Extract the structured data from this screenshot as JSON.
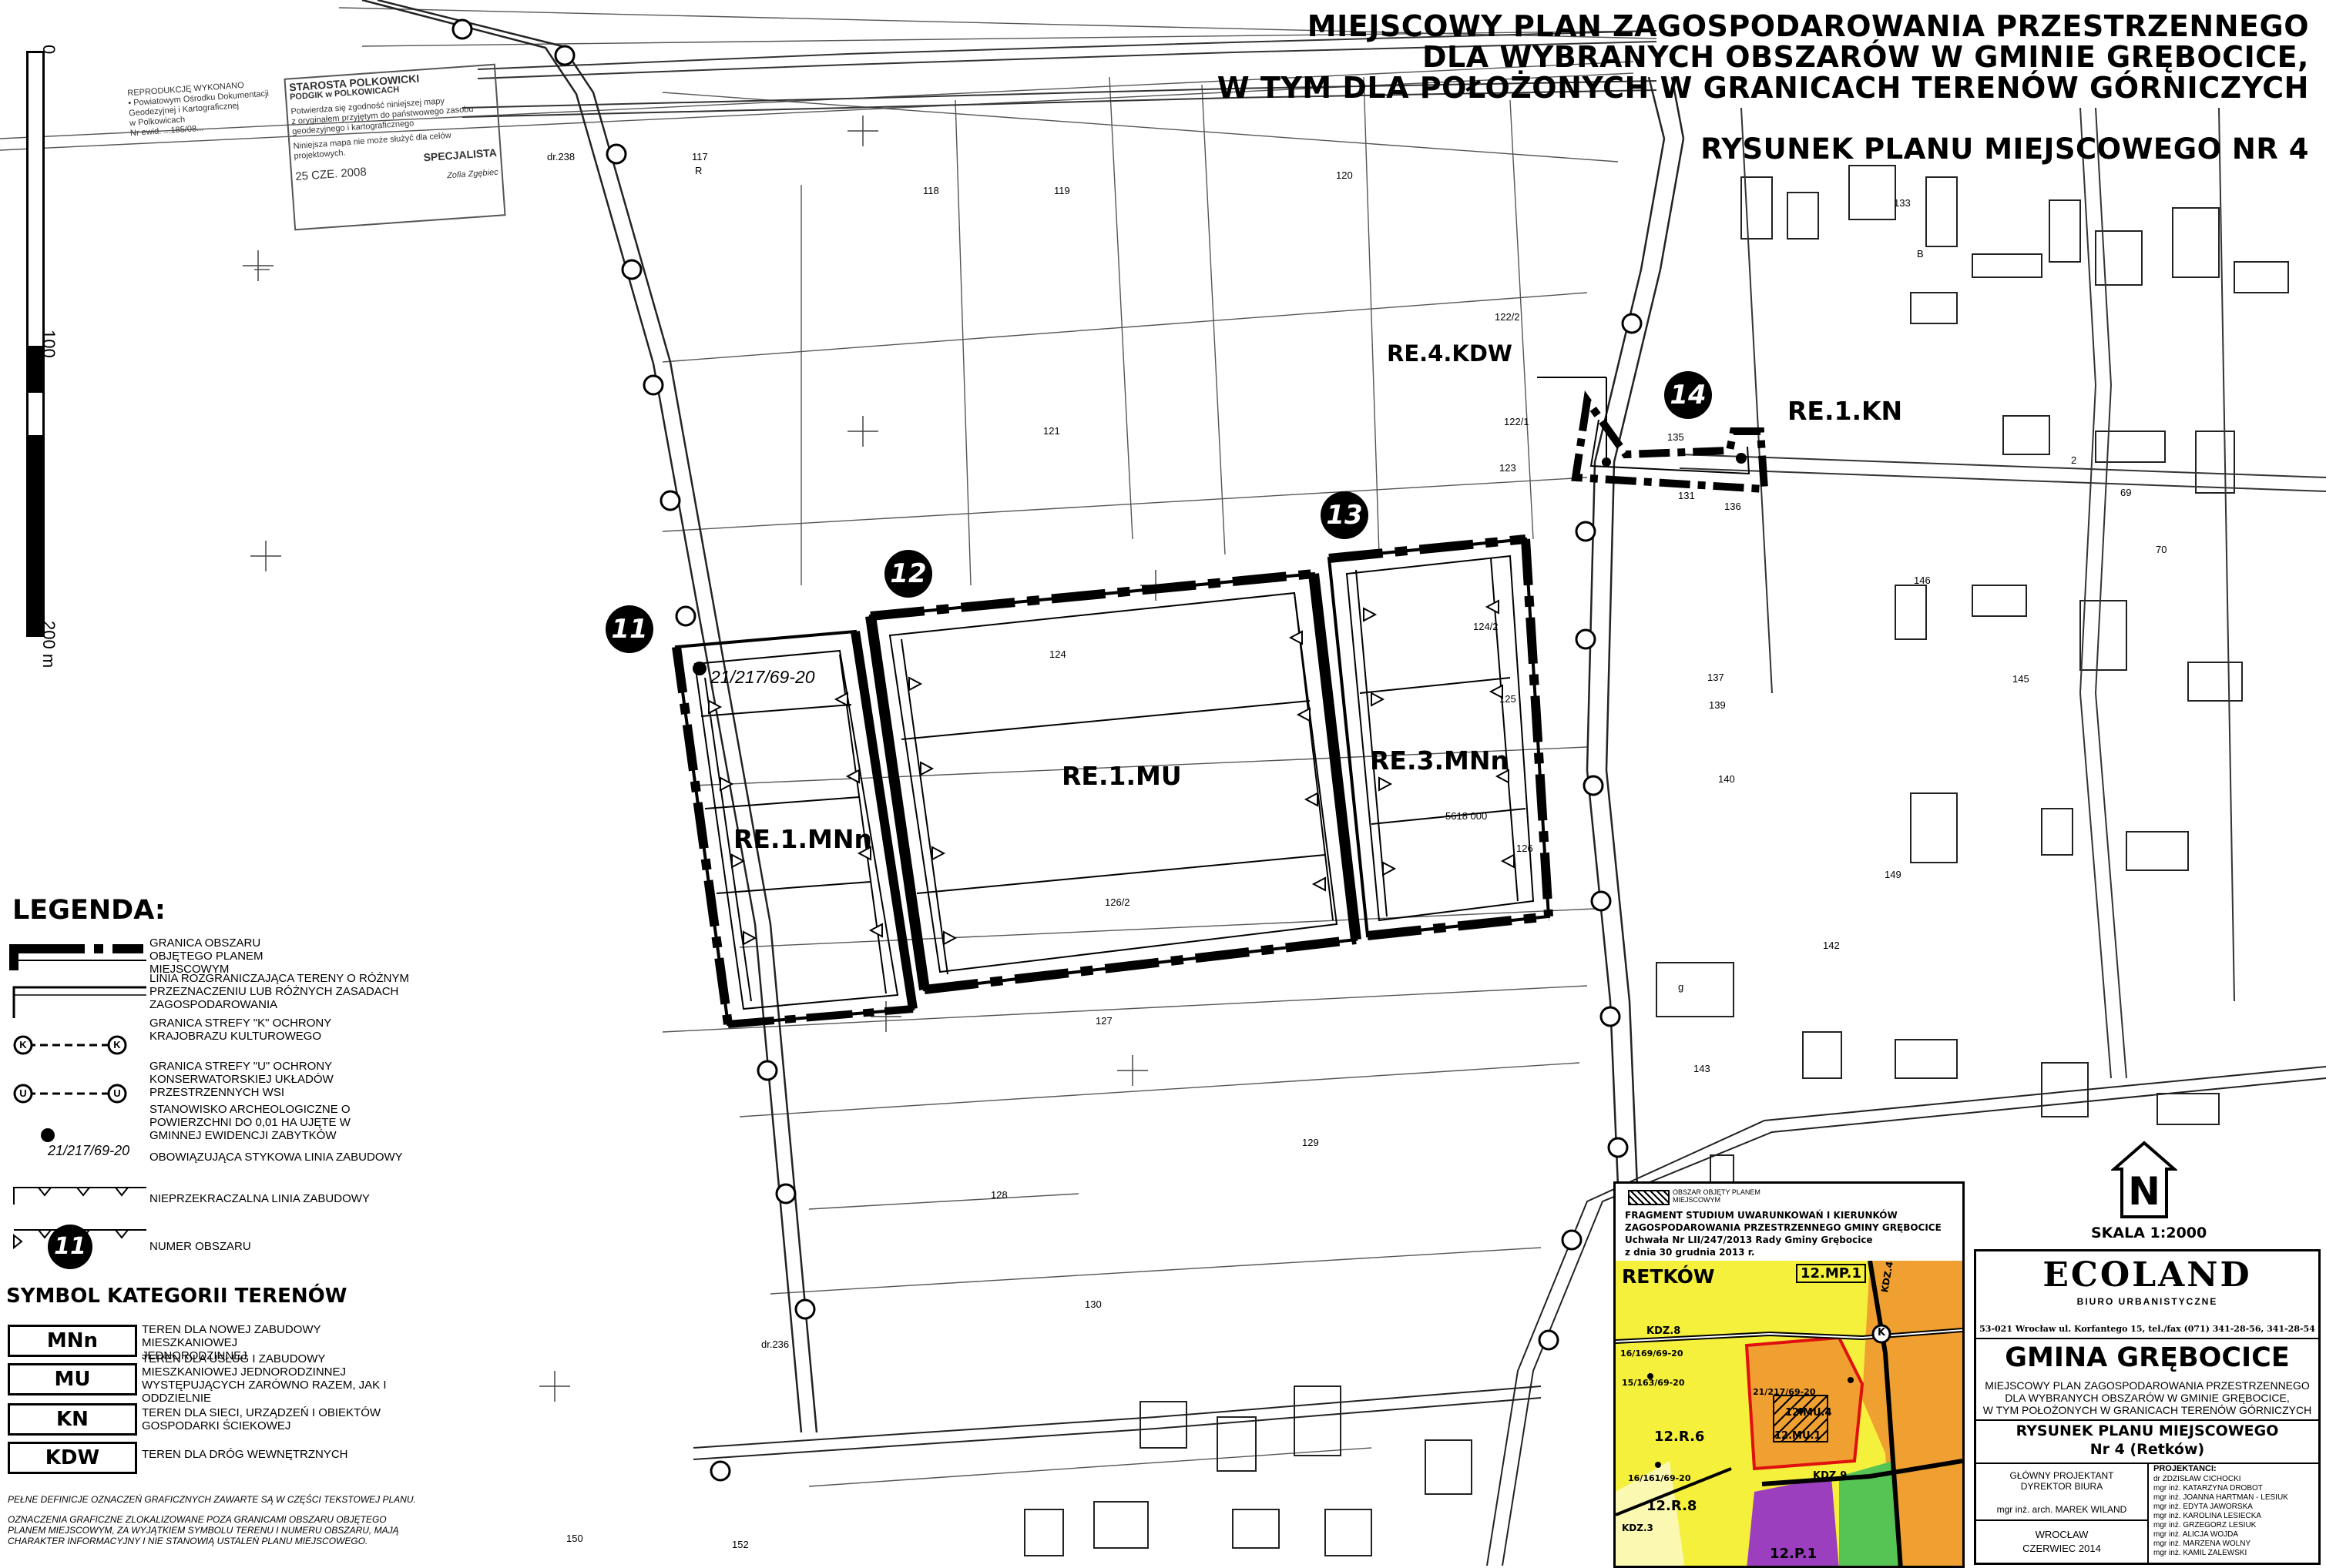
{
  "title": {
    "line1": "MIEJSCOWY PLAN ZAGOSPODAROWANIA PRZESTRZENNEGO",
    "line2": "DLA WYBRANYCH OBSZARÓW W GMINIE GRĘBOCICE,",
    "line3": "W TYM DLA POŁOŻONYCH W GRANICACH TERENÓW GÓRNICZYCH",
    "drawing": "RYSUNEK PLANU MIEJSCOWEGO NR 4"
  },
  "scalebar": {
    "labels": [
      "0",
      "100",
      "200 m"
    ]
  },
  "stamp": {
    "left_lines": [
      "REPRODUKCJĘ WYKONANO",
      "• Powiatowym Ośrodku Dokumentacji",
      "Geodezyjnej i Kartograficznej",
      "w Polkowicach",
      "Nr ewid. ...185/08..."
    ],
    "right_lines": [
      "STAROSTA POLKOWICKI",
      "PODGIK w POLKOWICACH",
      "Potwierdza się zgodność niniejszej mapy",
      "z oryginałem przyjętym do państwowego zasobu",
      "geodezyjnego i kartograficznego",
      "Niniejsza mapa nie może służyć dla celów",
      "projektowych.",
      "SPECJALISTA",
      "25 CZE. 2008",
      "Zofia Zgębiec"
    ]
  },
  "map_labels": {
    "areas": [
      "RE.1.MNn",
      "RE.1.MU",
      "RE.3.MNn",
      "RE.4.KDW",
      "RE.1.KN"
    ],
    "area_numbers": [
      "11",
      "12",
      "13",
      "14"
    ],
    "site": "21/217/69-20",
    "parcels": [
      "117",
      "118",
      "119",
      "120",
      "121",
      "122/1",
      "122/2",
      "123",
      "124",
      "124/2",
      "125",
      "126",
      "126/2",
      "127",
      "128",
      "129",
      "130",
      "131",
      "133",
      "135",
      "136",
      "137",
      "139",
      "140",
      "142",
      "143",
      "145",
      "146",
      "149",
      "150",
      "152",
      "70",
      "69",
      "2"
    ],
    "misc": [
      "R",
      "B",
      "g",
      "5618 000",
      "dr.238",
      "dr.236"
    ]
  },
  "legend": {
    "heading": "LEGENDA:",
    "items": [
      "GRANICA OBSZARU OBJĘTEGO PLANEM MIEJSCOWYM",
      "LINIA ROZGRANICZAJĄCA TERENY O RÓŻNYM PRZEZNACZENIU LUB RÓŻNYCH ZASADACH ZAGOSPODAROWANIA",
      "GRANICA STREFY \"K\" OCHRONY KRAJOBRAZU KULTUROWEGO",
      "GRANICA STREFY \"U\" OCHRONY KONSERWATORSKIEJ UKŁADÓW PRZESTRZENNYCH WSI",
      "STANOWISKO ARCHEOLOGICZNE O POWIERZCHNI DO 0,01 ha UJĘTE W GMINNEJ EWIDENCJI ZABYTKÓW",
      "OBOWIĄZUJĄCA STYKOWA LINIA ZABUDOWY",
      "NIEPRZEKRACZALNA LINIA ZABUDOWY",
      "NUMER OBSZARU"
    ],
    "k_letter": "K",
    "u_letter": "U",
    "site_label": "21/217/69-20",
    "number_example": "11"
  },
  "categories": {
    "heading": "SYMBOL KATEGORII TERENÓW",
    "items": [
      {
        "code": "MNn",
        "desc": "TEREN DLA NOWEJ ZABUDOWY MIESZKANIOWEJ JEDNORODZINNEJ"
      },
      {
        "code": "MU",
        "desc": "TEREN DLA USŁUG I ZABUDOWY MIESZKANIOWEJ JEDNORODZINNEJ WYSTĘPUJĄCYCH ZARÓWNO RAZEM, JAK I ODDZIELNIE"
      },
      {
        "code": "KN",
        "desc": "TEREN DLA SIECI, URZĄDZEŃ I OBIEKTÓW GOSPODARKI ŚCIEKOWEJ"
      },
      {
        "code": "KDW",
        "desc": "TEREN DLA DRÓG WEWNĘTRZNYCH"
      }
    ]
  },
  "footnotes": [
    "PEŁNE DEFINICJE OZNACZEŃ GRAFICZNYCH ZAWARTE SĄ W CZĘŚCI TEKSTOWEJ PLANU.",
    "OZNACZENIA GRAFICZNE ZLOKALIZOWANE POZA GRANICAMI OBSZARU OBJĘTEGO PLANEM MIEJSCOWYM, ZA WYJĄTKIEM SYMBOLU TERENU I NUMERU OBSZARU, MAJĄ CHARAKTER INFORMACYJNY I NIE STANOWIĄ USTALEŃ PLANU MIEJSCOWEGO."
  ],
  "inset": {
    "key_label": "OBSZAR OBJĘTY PLANEM MIEJSCOWYM",
    "title_lines": [
      "FRAGMENT STUDIUM UWARUNKOWAŃ I KIERUNKÓW",
      "ZAGOSPODAROWANIA PRZESTRZENNEGO GMINY GRĘBOCICE",
      "Uchwała Nr LII/247/2013 Rady Gminy Grębocice",
      "z dnia 30 grudnia 2013 r."
    ],
    "place": "RETKÓW",
    "labels": [
      "12.MP.1",
      "12.R.6",
      "12.R.8",
      "12.P.1",
      "12.MU.1",
      "12.MU.4",
      "K",
      "KDZ.8",
      "KDZ.9",
      "KDZ.4",
      "KDZ.3",
      "16/169/69-20",
      "15/163/69-20",
      "16/161/69-20",
      "21/217/69-20"
    ]
  },
  "north": {
    "letter": "N",
    "scale": "SKALA 1:2000"
  },
  "titleblock": {
    "logo_top": "ECOLAND",
    "logo_sub": "BIURO URBANISTYCZNE",
    "address": "53-021 Wrocław ul. Korfantego 15, tel./fax (071) 341-28-56, 341-28-54",
    "gmina": "GMINA GRĘBOCICE",
    "plan_lines": [
      "MIEJSCOWY PLAN ZAGOSPODAROWANIA PRZESTRZENNEGO",
      "DLA WYBRANYCH OBSZARÓW W GMINIE GRĘBOCICE,",
      "W TYM POŁOŻONYCH W GRANICACH TERENÓW GÓRNICZYCH"
    ],
    "drawing_lines": [
      "RYSUNEK PLANU MIEJSCOWEGO",
      "Nr 4 (Retków)"
    ],
    "chief_lines": [
      "GŁÓWNY PROJEKTANT",
      "DYREKTOR BIURA",
      "mgr inż. arch. MAREK WILAND"
    ],
    "place_date": [
      "WROCŁAW",
      "CZERWIEC 2014"
    ],
    "designers_heading": "PROJEKTANCI:",
    "designers": [
      "dr ZDZISŁAW CICHOCKI",
      "mgr inż. KATARZYNA DROBOT",
      "mgr inż. JOANNA HARTMAN - LESIUK",
      "mgr inż. EDYTA JAWORSKA",
      "mgr inż. KAROLINA LESIECKA",
      "mgr inż. GRZEGORZ LESIUK",
      "mgr inż. ALICJA WOJDA",
      "mgr inż. MARZENA WOLNY",
      "mgr inż. KAMIL ZALEWSKI"
    ]
  },
  "colors": {
    "ink": "#000000",
    "inset_yellow": "#f5f03c",
    "inset_orange": "#f0a030",
    "inset_purple": "#9b3fbf",
    "inset_green": "#55c455",
    "inset_red": "#e01010"
  }
}
